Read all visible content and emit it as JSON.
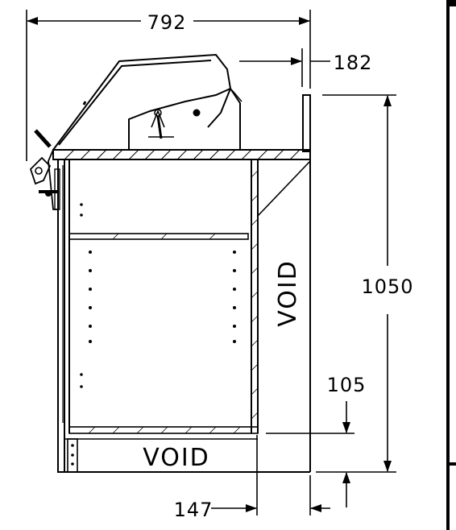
{
  "dimensions": {
    "overall_width": "792",
    "upstand_depth": "182",
    "overall_height": "1050",
    "plinth_height": "105",
    "base_offset": "147"
  },
  "labels": {
    "void_side": "VOID",
    "void_bottom": "VOID"
  },
  "colors": {
    "line": "#000000",
    "background": "#ffffff"
  }
}
